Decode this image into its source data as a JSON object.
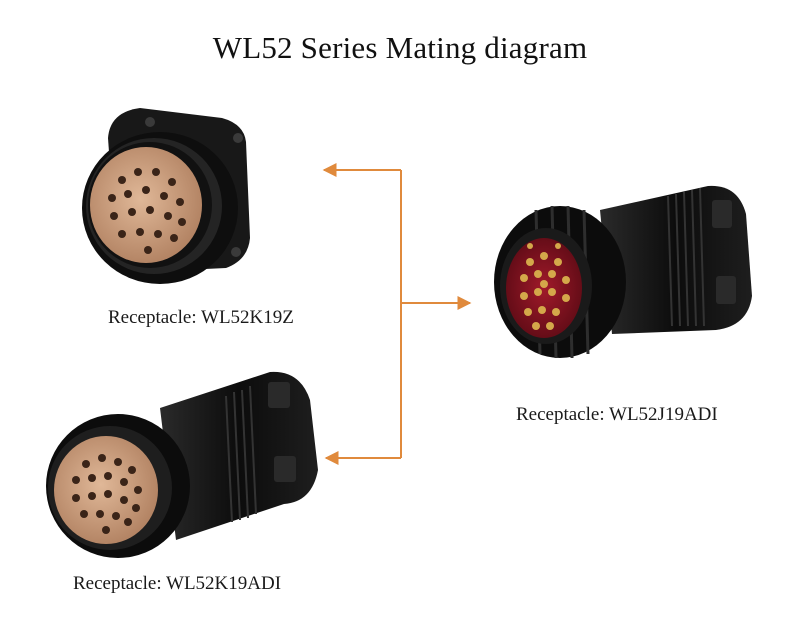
{
  "title": "WL52 Series Mating diagram",
  "connectors": [
    {
      "id": "square-flange-receptacle",
      "label": "Receptacle: WL52K19Z",
      "pins": 19,
      "contact": "socket"
    },
    {
      "id": "plug-pin-connector",
      "label": "Receptacle: WL52J19ADI",
      "pins": 19,
      "contact": "pin"
    },
    {
      "id": "cable-socket-connector",
      "label": "Receptacle: WL52K19ADI",
      "pins": 19,
      "contact": "socket"
    }
  ],
  "colors": {
    "arrow": "#e08a3c",
    "body": "#141414",
    "insert_socket": "#c89878",
    "insert_pin": "#8a1420",
    "pin_gold": "#d4a84a"
  }
}
